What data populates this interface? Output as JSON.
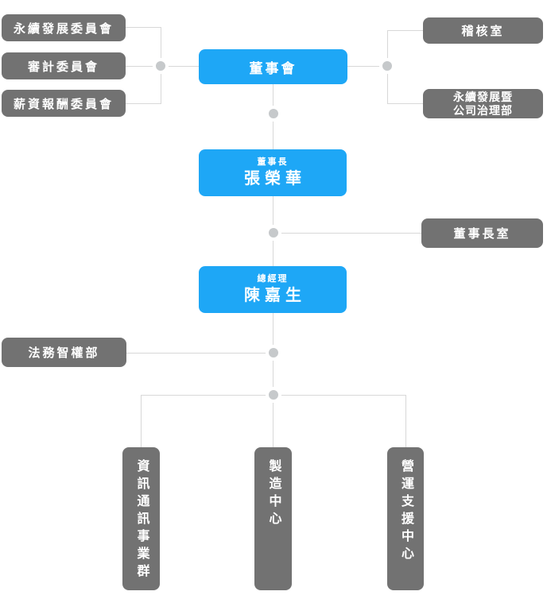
{
  "chart_title": "organization-chart",
  "colors": {
    "accent_blue": "#1ea7f6",
    "node_gray": "#727272",
    "line_gray": "#d8d8d8",
    "dot_gray": "#c6c9cb"
  },
  "nodes": {
    "sustainability_committee": {
      "label": "永續發展委員會"
    },
    "audit_committee": {
      "label": "審計委員會"
    },
    "compensation_committee": {
      "label": "薪資報酬委員會"
    },
    "board_of_directors": {
      "label": "董事會"
    },
    "audit_office": {
      "label": "稽核室"
    },
    "esg_governance_dept": {
      "line1": "永續發展暨",
      "line2": "公司治理部"
    },
    "chairman": {
      "title": "董事長",
      "name": "張榮華"
    },
    "chairman_office": {
      "label": "董事長室"
    },
    "president": {
      "title": "總經理",
      "name": "陳嘉生"
    },
    "legal_ip_dept": {
      "label": "法務智權部"
    },
    "ict_business_group": {
      "label": "資訊通訊事業群"
    },
    "manufacturing_center": {
      "label": "製造中心"
    },
    "operations_support_center": {
      "label": "營運支援中心"
    }
  }
}
